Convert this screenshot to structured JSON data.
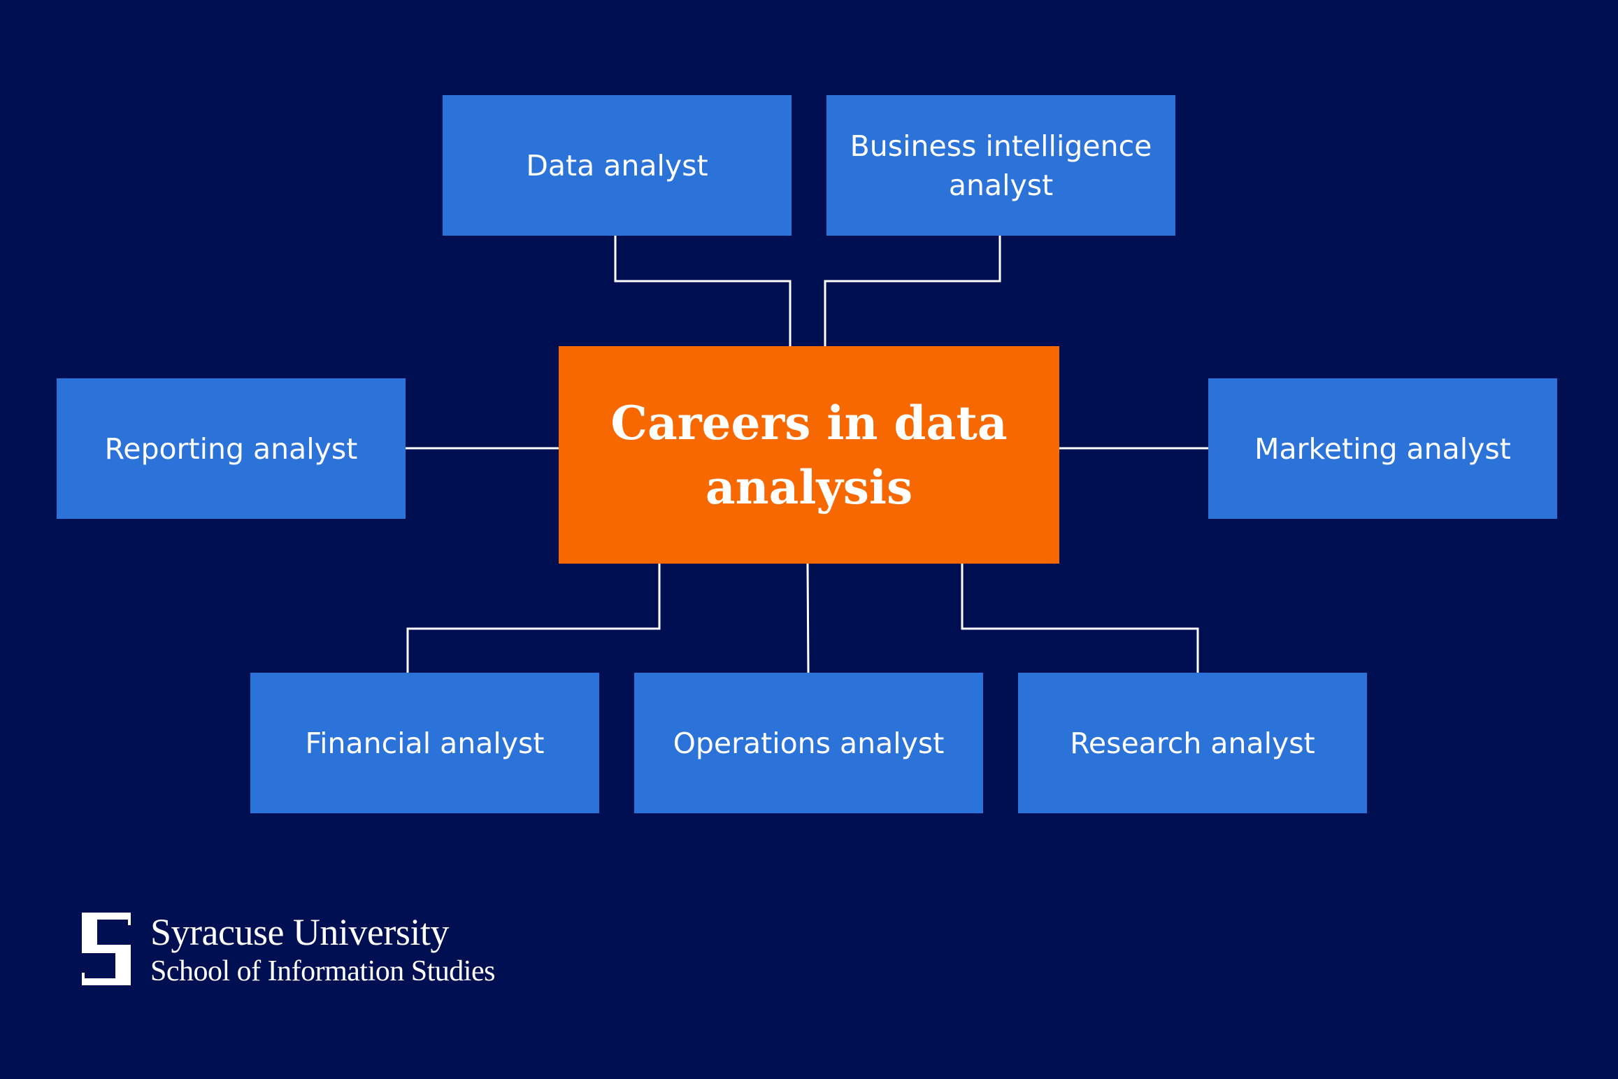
{
  "diagram": {
    "center": "Careers in data analysis",
    "branches": {
      "data": "Data analyst",
      "bi": "Business intelligence analyst",
      "reporting": "Reporting analyst",
      "marketing": "Marketing analyst",
      "financial": "Financial analyst",
      "operations": "Operations analyst",
      "research": "Research analyst"
    }
  },
  "logo": {
    "line1": "Syracuse University",
    "line2": "School of Information Studies"
  },
  "colors": {
    "background": "#000f52",
    "center_box": "#f76900",
    "branch_box": "#2b73d9",
    "connector": "#ffffff",
    "text": "#ffffff"
  }
}
